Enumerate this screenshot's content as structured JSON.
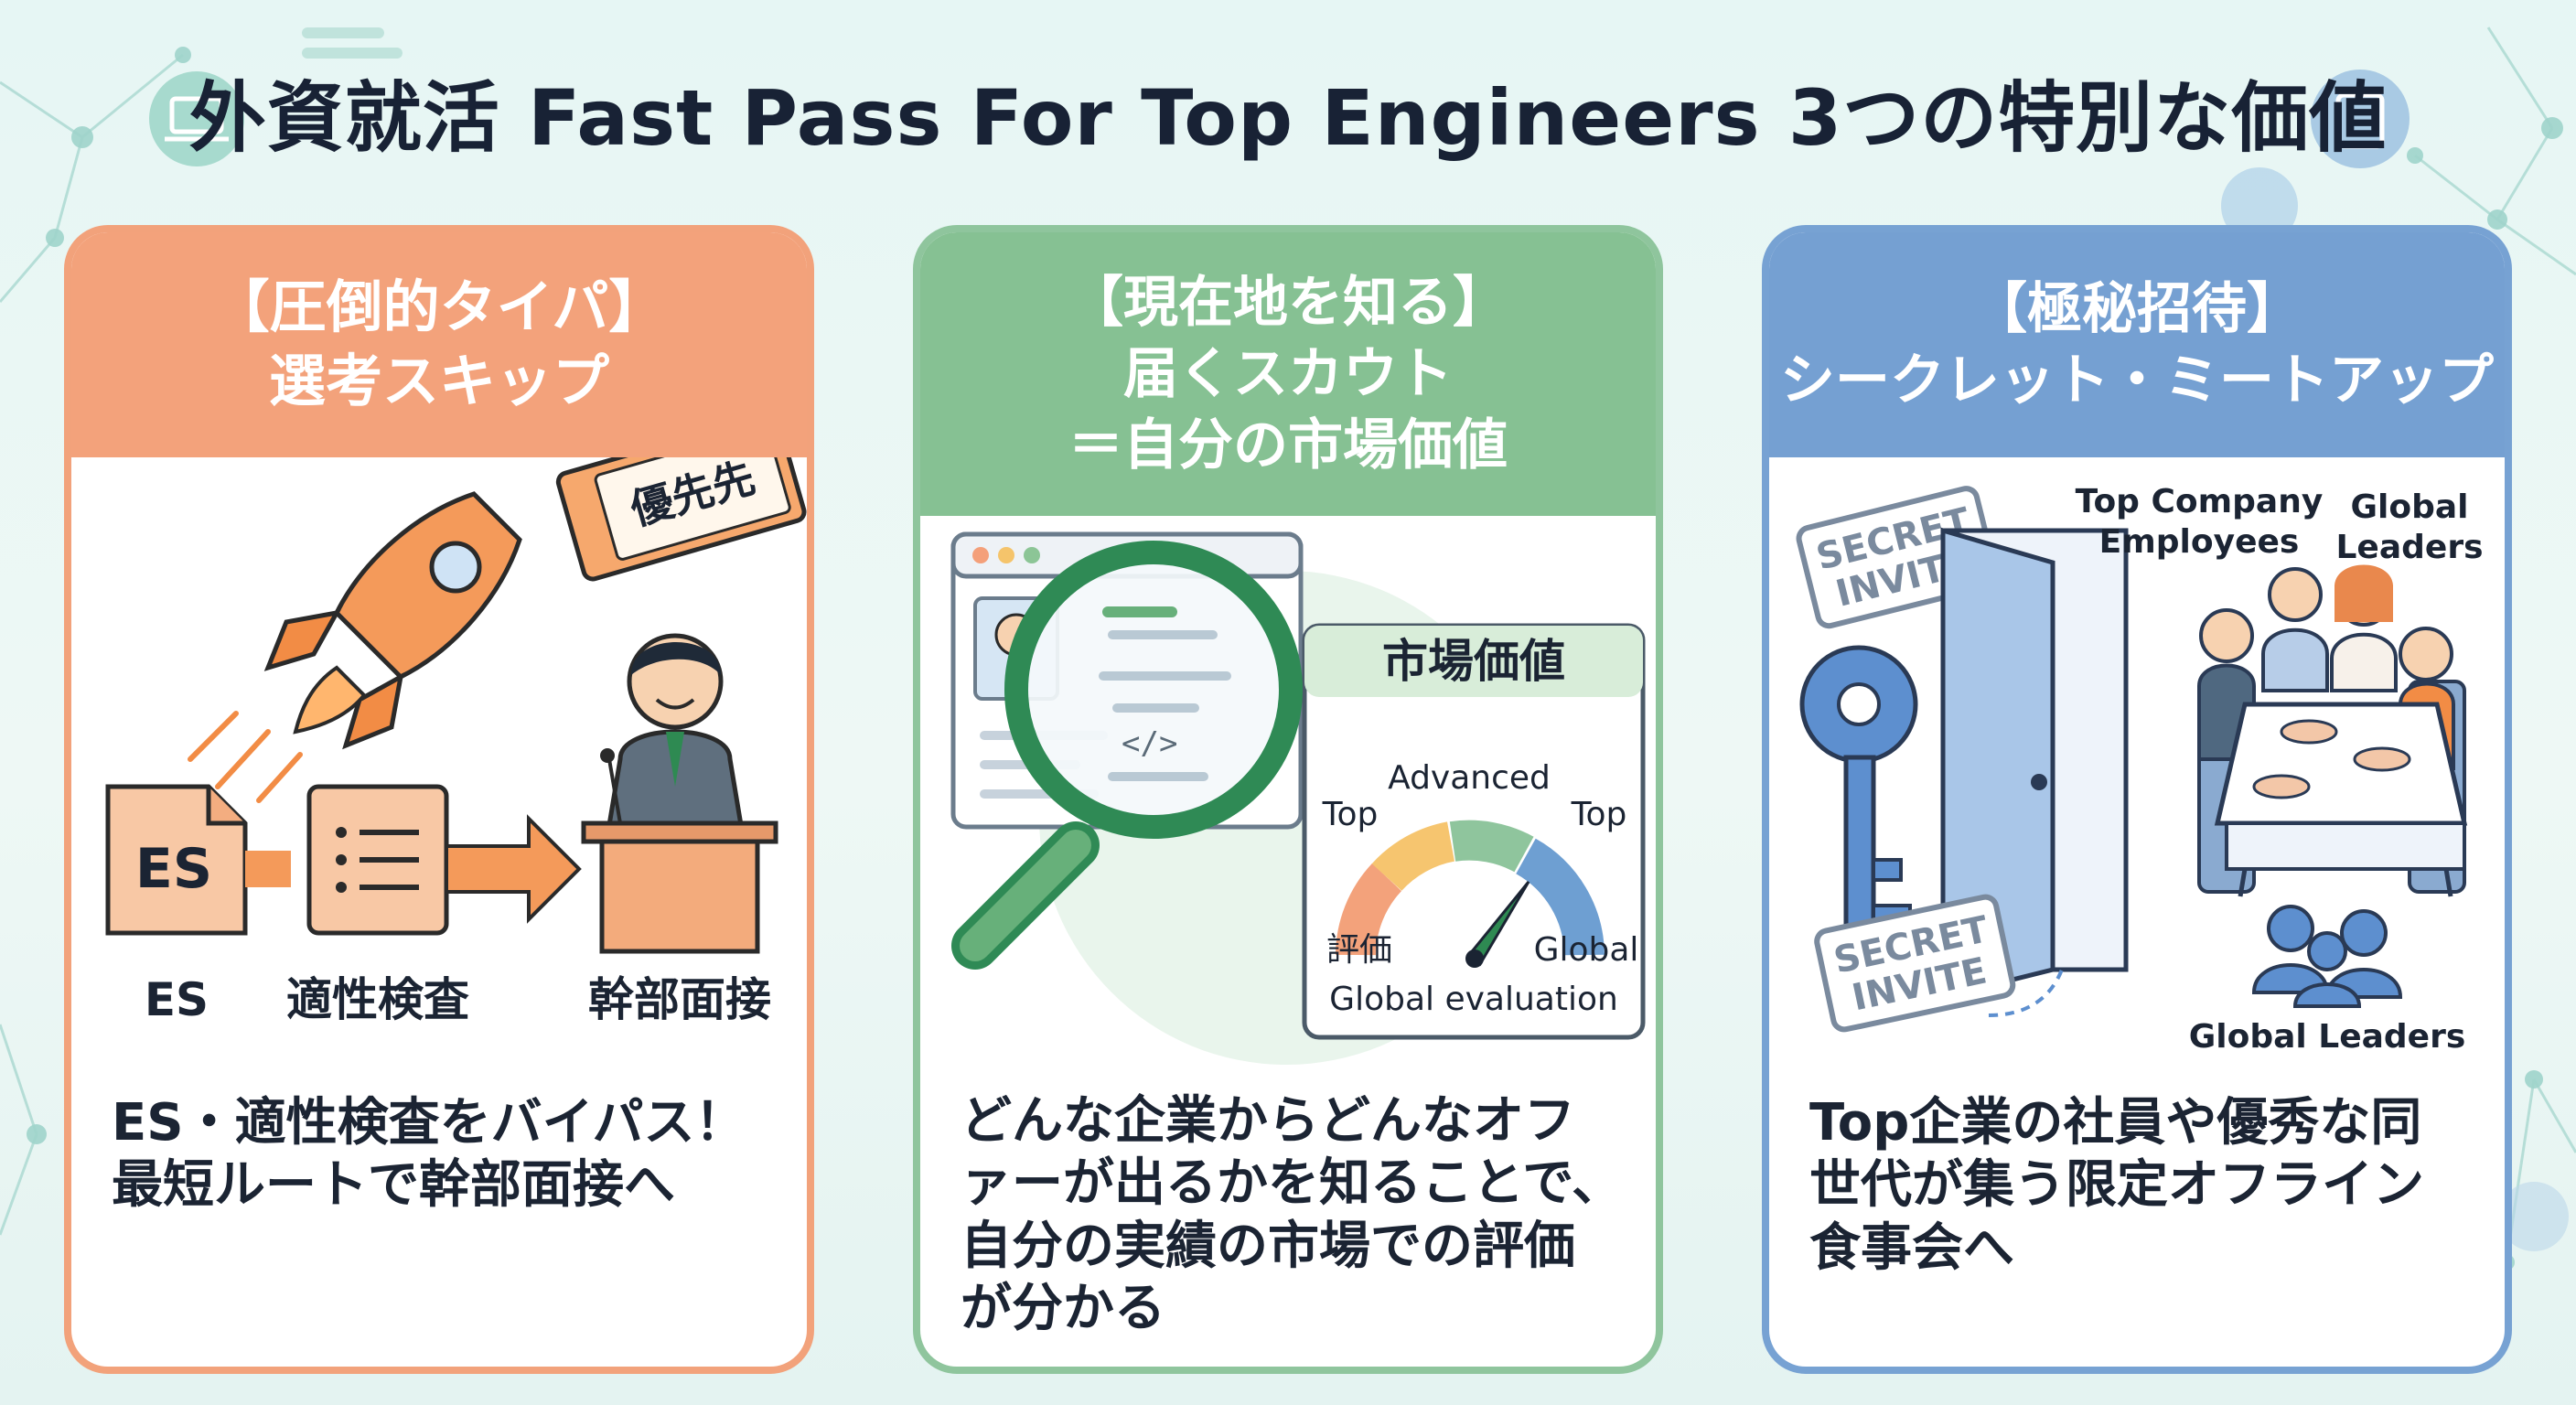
{
  "header": {
    "title": "外資就活 Fast Pass For Top Engineers 3つの特別な価値"
  },
  "cards": [
    {
      "heading": [
        "【圧倒的タイパ】",
        "選考スキップ"
      ],
      "ticket_label": "優先先",
      "doc_label": "ES",
      "flow_labels": [
        "ES",
        "適性検査",
        "幹部面接"
      ],
      "description": [
        "ES・適性検査をバイパス！",
        "最短ルートで幹部面接へ"
      ]
    },
    {
      "heading": [
        "【現在地を知る】",
        "届くスカウト",
        "＝自分の市場価値"
      ],
      "code_glyph": "</>",
      "gauge": {
        "title": "市場価値",
        "top_label": "Advanced",
        "left_top": "Top",
        "right_top": "Top",
        "left_bottom": "評価",
        "right_bottom": "Global",
        "caption": "Global evaluation"
      },
      "description": [
        "どんな企業からどんなオフ",
        "ァーが出るかを知ることで、",
        "自分の実績の市場での評価",
        "が分かる"
      ]
    },
    {
      "heading": [
        "【極秘招待】",
        "シークレット・ミートアップ"
      ],
      "stamp_lines": [
        "SECRET",
        "INVITE"
      ],
      "labels": {
        "company": [
          "Top Company",
          "Employees"
        ],
        "leaders": [
          "Global",
          "Leaders"
        ],
        "group": "Global Leaders"
      },
      "description": [
        "Top企業の社員や優秀な同",
        "世代が集う限定オフライン",
        "食事会へ"
      ]
    }
  ],
  "colors": {
    "orange": "#f3a27b",
    "green": "#86c193",
    "blue": "#75a0d2",
    "ink": "#182235"
  }
}
